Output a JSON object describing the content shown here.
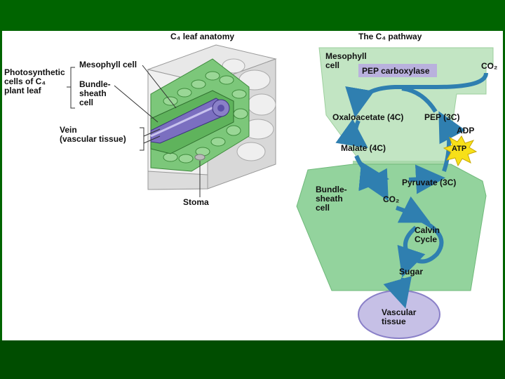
{
  "anatomy": {
    "title": "C₄ leaf anatomy",
    "photosynthetic_cells": "Photosynthetic\ncells of C₄\nplant leaf",
    "mesophyll_cell": "Mesophyll cell",
    "bundle_sheath_cell": "Bundle-\nsheath\ncell",
    "vein": "Vein\n(vascular tissue)",
    "stoma": "Stoma"
  },
  "pathway": {
    "title": "The C₄ pathway",
    "mesophyll_cell": "Mesophyll\ncell",
    "pep_carboxylase": "PEP carboxylase",
    "co2_in": "CO₂",
    "oxaloacetate": "Oxaloacetate (4C)",
    "pep": "PEP (3C)",
    "adp": "ADP",
    "atp": "ATP",
    "malate": "Malate (4C)",
    "pyruvate": "Pyruvate (3C)",
    "bundle_sheath_cell": "Bundle-\nsheath\ncell",
    "co2_released": "CO₂",
    "calvin_cycle": "Calvin\nCycle",
    "sugar": "Sugar",
    "vascular_tissue": "Vascular\ntissue"
  },
  "colors": {
    "background": "#006400",
    "mesophyll_fill": "#bfe3c0",
    "bundle_sheath_fill": "#8fd09a",
    "vascular_fill": "#c6c0e6",
    "arrow": "#2f7fb0",
    "enzyme_box": "#b9b1dd",
    "atp_burst": "#f7e019"
  }
}
